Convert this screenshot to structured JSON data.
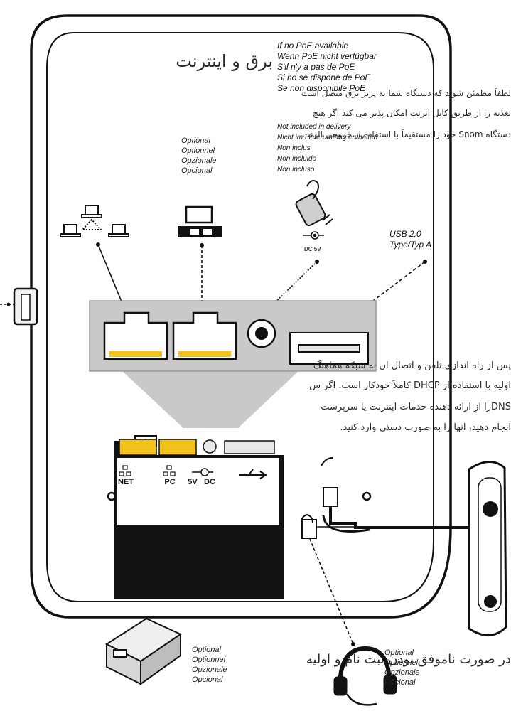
{
  "overlay_texts": {
    "heading": "برق و اینترنت",
    "para1_line1": "لطفاً مطمئن شوید که دستگاه شما به پریز برق متصل است",
    "para1_line2": "تغذیه را از طریق کابل اترنت امکان پذیر می کند اگر هیچ",
    "para1_line3": "دستگاه Snom خود را مستقیماً با استفاده از خروجی الرنت",
    "para2_line1": "پس از راه اندازی تلفن و اتصال آن به شبکه هماهنگ",
    "para2_line2": "اولیه با استفاده از DHCP کاملاً خودکار است. اگر س",
    "para2_line3": "DNSرا از ارائه دهنده خدمات اینترنت یا سرپرست",
    "para2_line4": "انجام دهید، آنها را به صورت دستی وارد کنید.",
    "para3": "در صورت ناموفق بودن ثبت نام و اولیه"
  },
  "poe_lines": [
    "If no PoE available",
    "Wenn PoE nicht verfügbar",
    "S'il n'y a pas de PoE",
    "Si no se dispone de PoE",
    "Se non disponibile PoE"
  ],
  "delivery_lines": [
    "Not included in delivery",
    "Nicht im Lieferumfang enthalten",
    "Non inclus",
    "Non incluido",
    "Non incluso"
  ],
  "optional_lines": [
    "Optional",
    "Optionnel",
    "Opzionale",
    "Opcional"
  ],
  "usb_label": [
    "USB 2.0",
    "Type/Typ A"
  ],
  "port_labels": {
    "net": "NET",
    "pc": "PC",
    "power": "5V",
    "power_dc": "DC"
  },
  "adapter_text": "DC 5V"
}
